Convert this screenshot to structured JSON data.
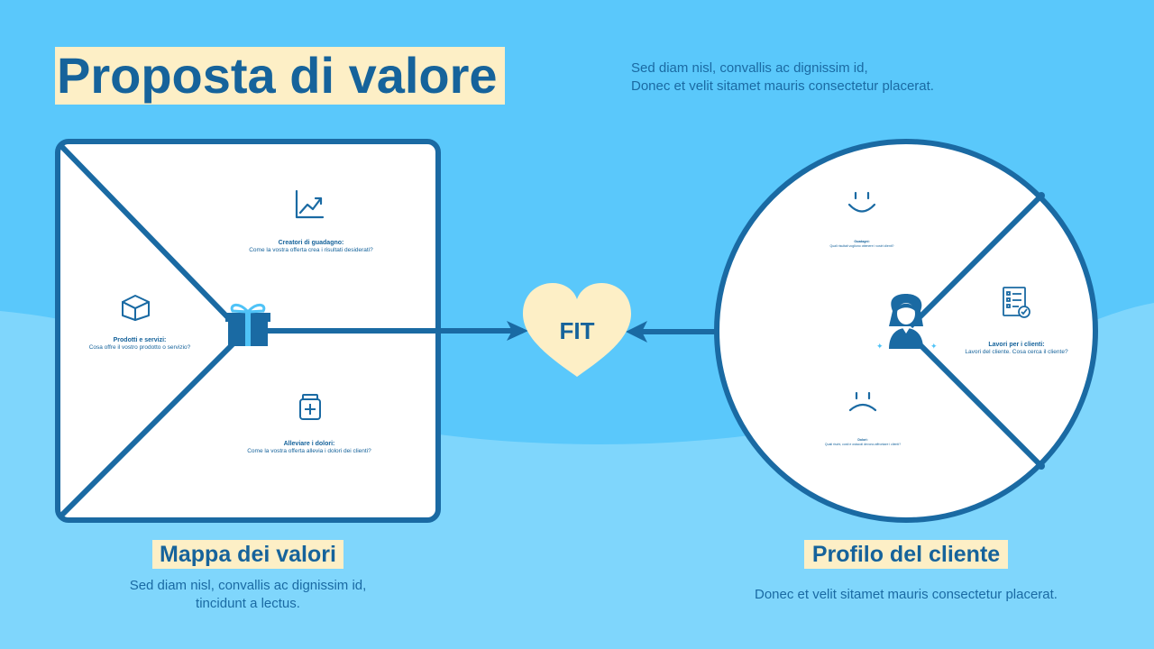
{
  "title": "Proposta di valore",
  "intro": {
    "line1": "Sed diam nisl, convallis ac dignissim id,",
    "line2": "Donec et velit sitamet mauris consectetur placerat."
  },
  "value_map": {
    "gain_creators": {
      "title": "Creatori di guadagno:",
      "text": "Come la vostra offerta crea i risultati desiderati?"
    },
    "products": {
      "title": "Prodotti e servizi:",
      "text": "Cosa offre il vostro prodotto o servizio?"
    },
    "pain_relievers": {
      "title": "Alleviare i dolori:",
      "text": "Come la vostra offerta allevia i dolori dei clienti?"
    },
    "caption": "Mappa dei valori",
    "desc_line1": "Sed diam nisl, convallis ac dignissim id,",
    "desc_line2": "tincidunt a lectus."
  },
  "fit_label": "FIT",
  "customer_profile": {
    "gains": {
      "title": "Guadagni:",
      "text": "Quali risultati vogliono ottenere i vostri clienti?"
    },
    "jobs": {
      "title": "Lavori per i clienti:",
      "text": "Lavori del cliente. Cosa cerca il cliente?"
    },
    "pains": {
      "title": "Dolori:",
      "text": "Quali rischi, costi e ostacoli devono affrontare i clienti?"
    },
    "caption": "Profilo del cliente",
    "desc": "Donec et velit sitamet mauris consectetur placerat."
  },
  "colors": {
    "background": "#5ac8fb",
    "background_lower": "#7fd6fc",
    "primary": "#1a6aa3",
    "highlight": "#fdefc6",
    "accent": "#4fc3f7"
  },
  "icons": {
    "gain_creators": "chart-up-icon",
    "products": "box-icon",
    "pain_relievers": "medicine-bottle-icon",
    "center": "gift-icon",
    "gains": "smile-icon",
    "jobs": "checklist-icon",
    "pains": "frown-icon",
    "customer": "customer-icon"
  }
}
